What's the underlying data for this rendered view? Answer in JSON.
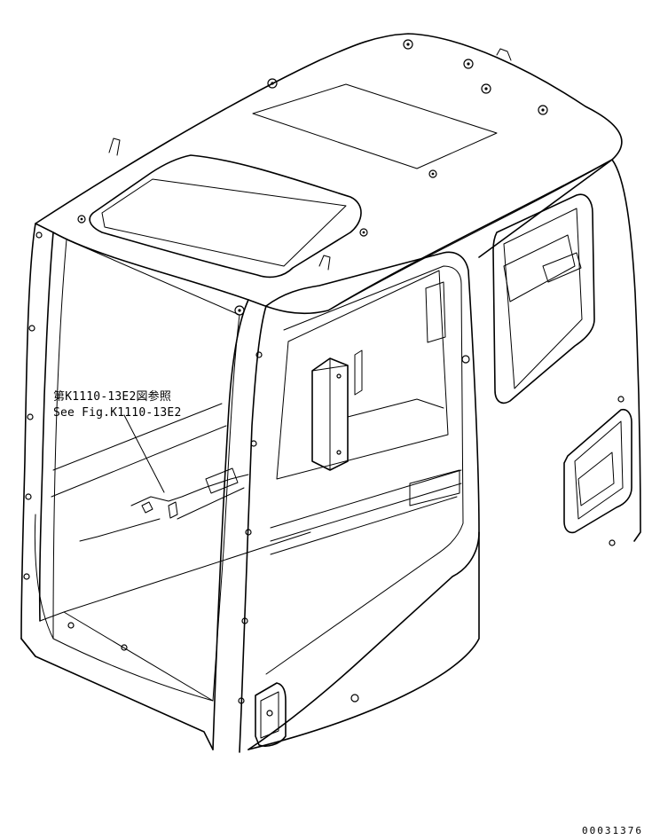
{
  "callout": {
    "reference_jp": "第K1110-13E2図参照",
    "reference_en": "See Fig.K1110-13E2"
  },
  "drawing_number": "00031376"
}
